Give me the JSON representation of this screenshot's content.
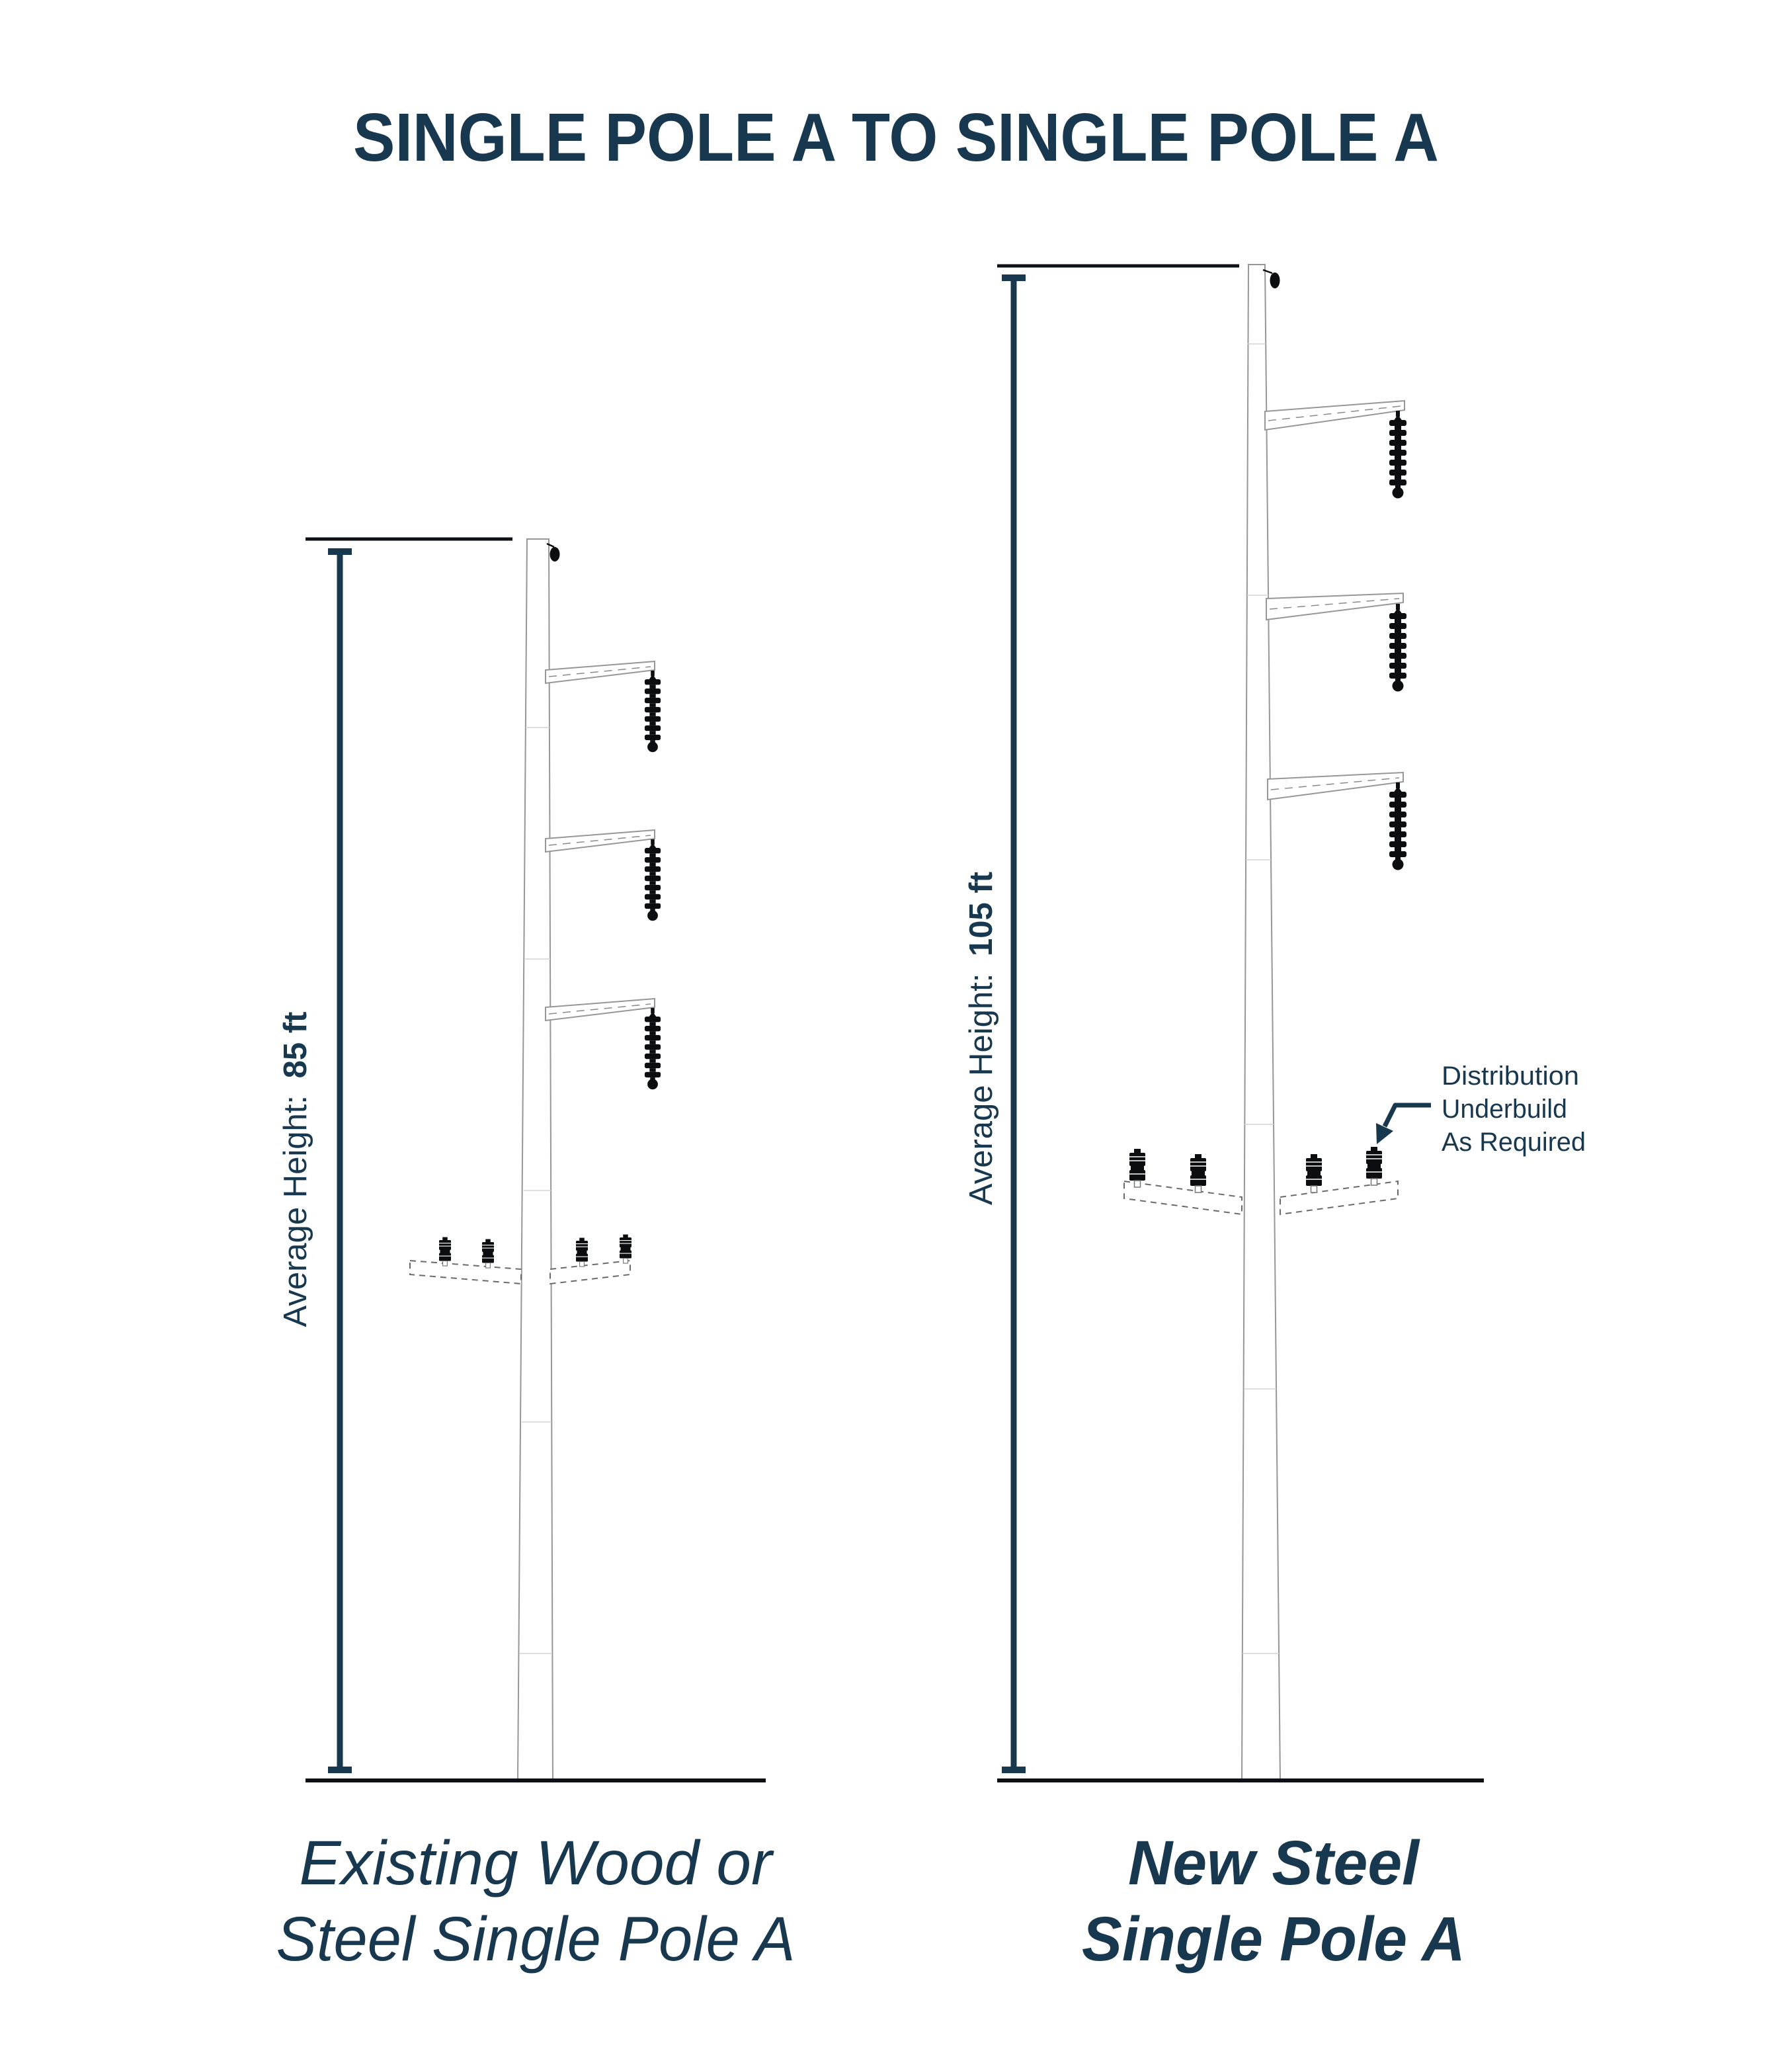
{
  "title": "SINGLE POLE A TO SINGLE POLE A",
  "colors": {
    "navy": "#17384f",
    "line_black": "#0c1118",
    "pole_outline": "#979797",
    "background": "#ffffff"
  },
  "left_pole": {
    "height_label_prefix": "Average Height:",
    "height_label_value": "85 ft",
    "caption_line1": "Existing Wood or",
    "caption_line2": "Steel Single Pole A"
  },
  "right_pole": {
    "height_label_prefix": "Average Height:",
    "height_label_value": "105 ft",
    "caption_line1": "New Steel",
    "caption_line2": "Single Pole A",
    "annotation": {
      "line1": "Distribution",
      "line2": "Underbuild",
      "line3": "As Required"
    }
  }
}
